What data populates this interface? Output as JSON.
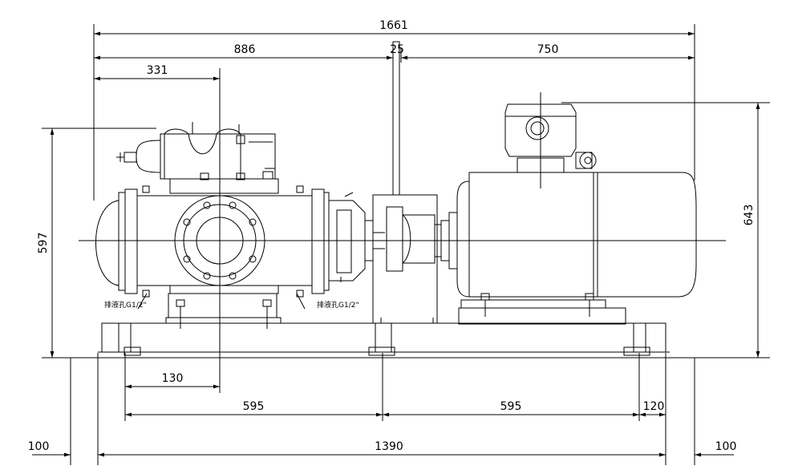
{
  "dimensions": {
    "overall_length": "1661",
    "pump_length": "886",
    "coupling_gap": "25",
    "motor_length": "750",
    "pump_inlet_offset": "331",
    "pump_foot_offset": "130",
    "base_span_left": "595",
    "base_span_right": "595",
    "base_right_offset": "120",
    "base_length": "1390",
    "left_clearance": "100",
    "right_clearance": "100",
    "height_pump": "597",
    "height_motor": "643"
  },
  "notes": {
    "drain_left": "排液孔G1/2\"",
    "drain_right": "排液孔G1/2\""
  }
}
